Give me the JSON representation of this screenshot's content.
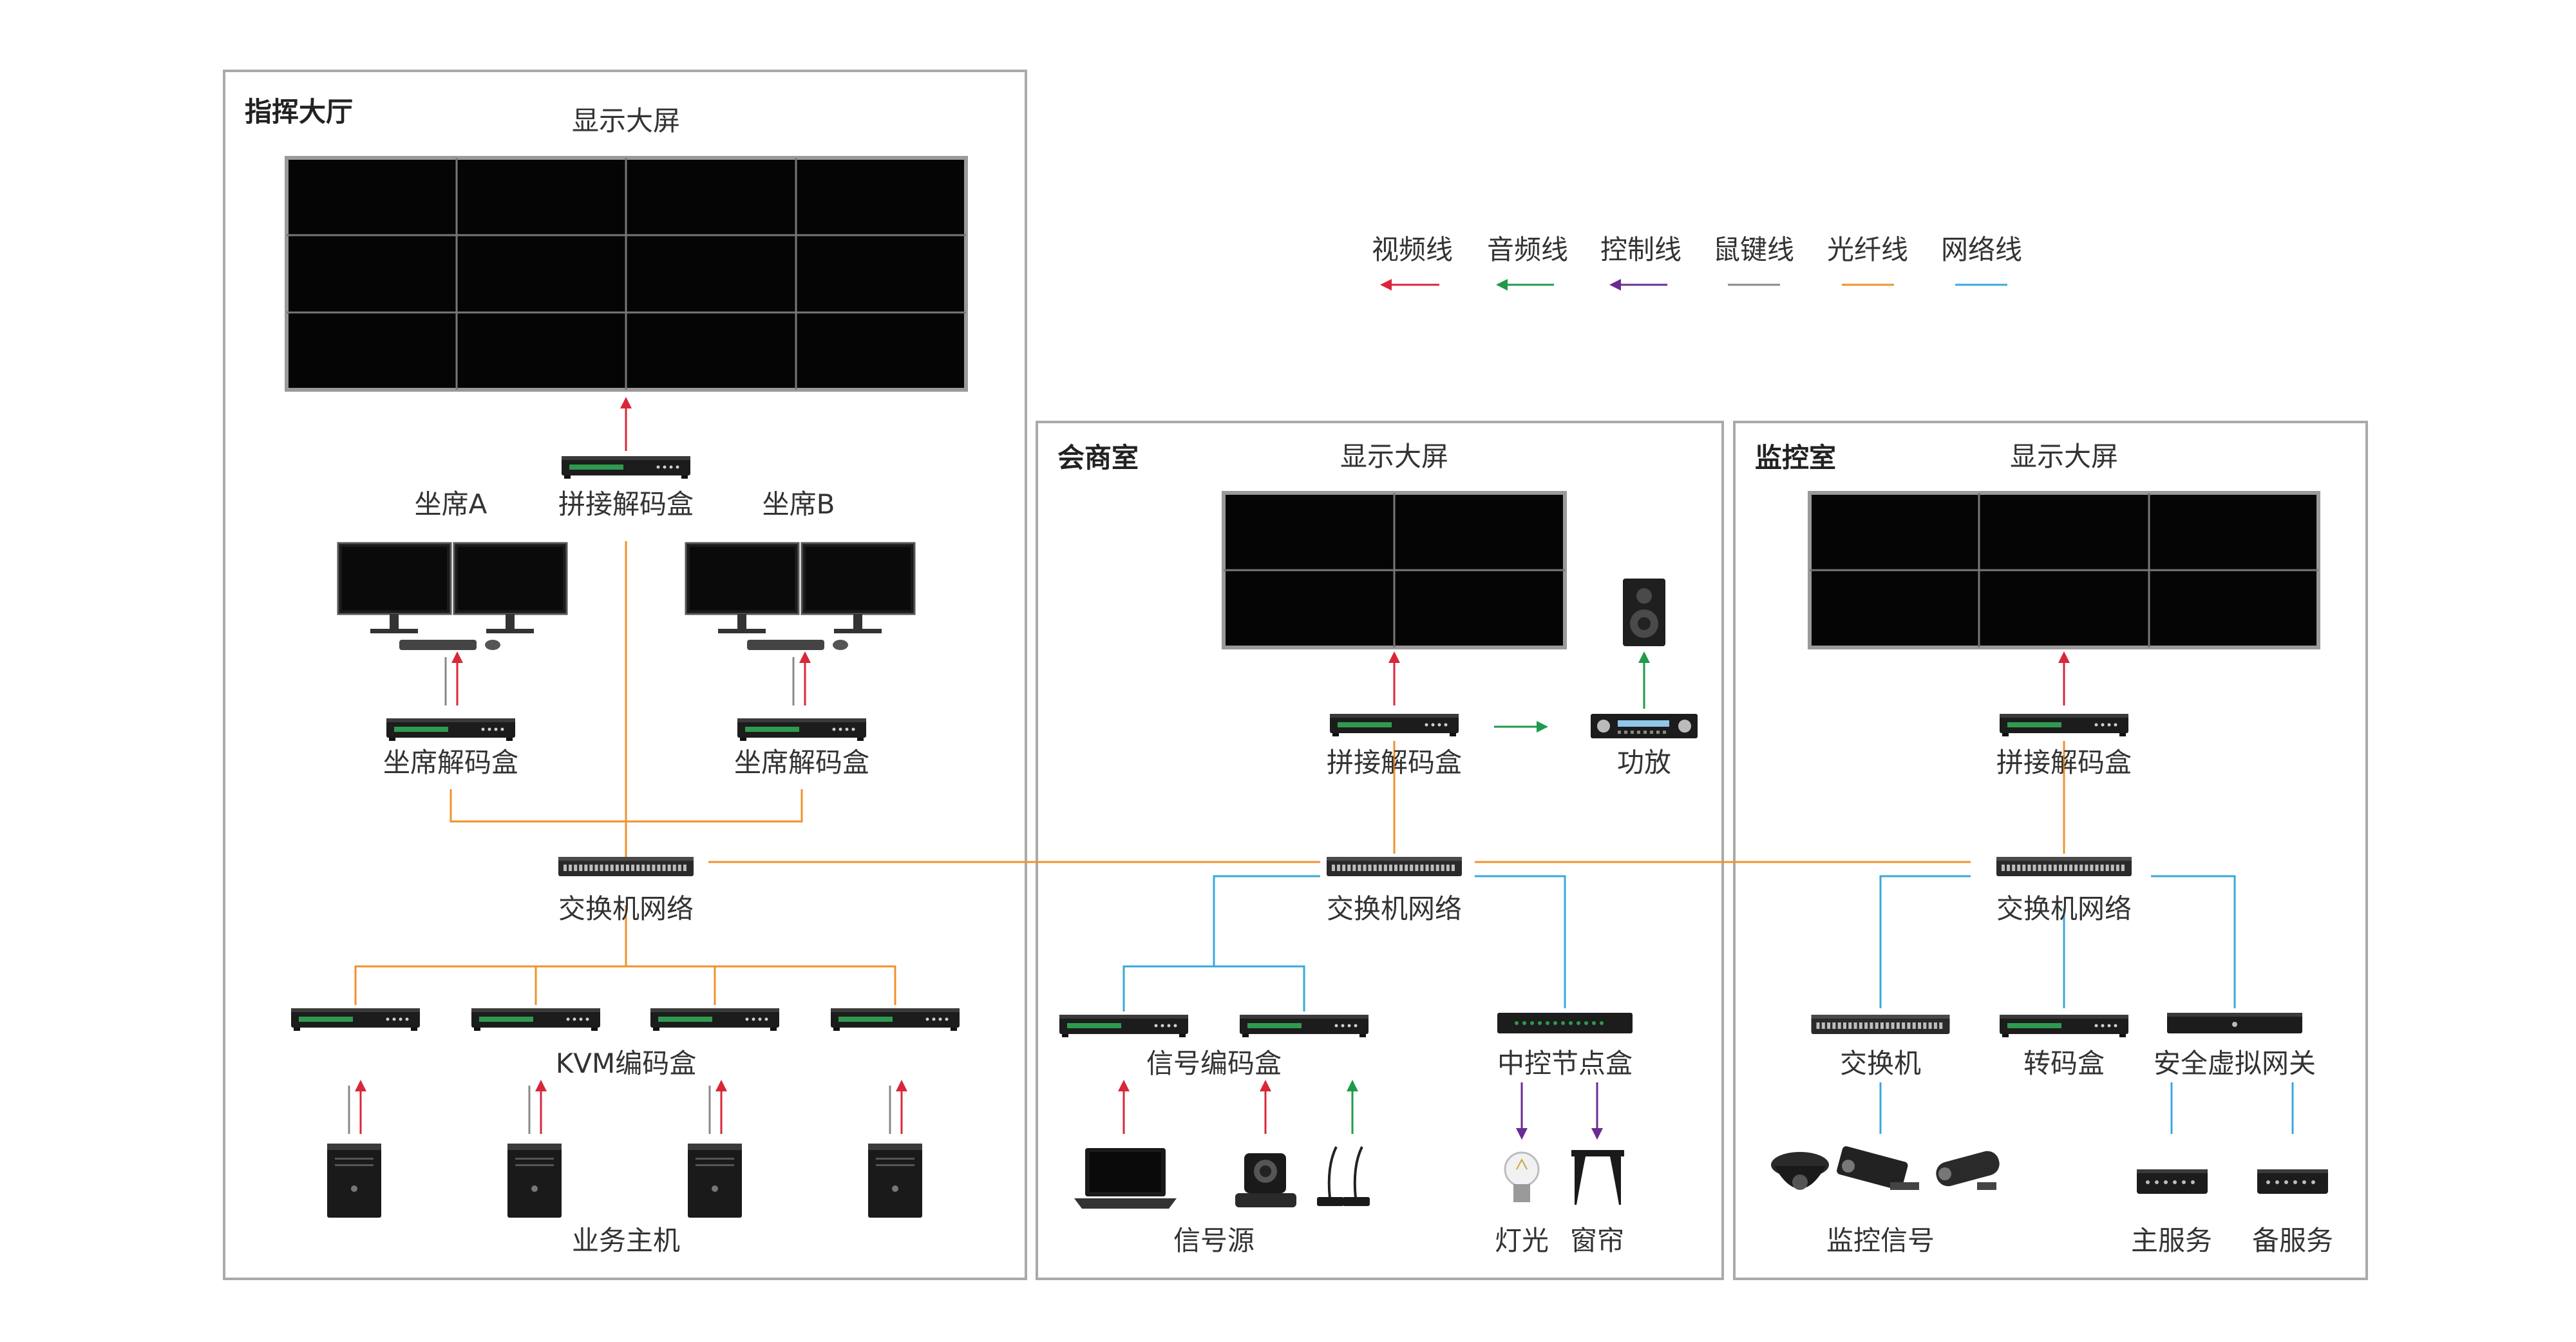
{
  "rooms": {
    "command_hall": {
      "title": "指挥大厅",
      "screen_label": "显示大屏"
    },
    "meeting_room": {
      "title": "会商室",
      "screen_label": "显示大屏"
    },
    "monitor_room": {
      "title": "监控室",
      "screen_label": "显示大屏"
    }
  },
  "legend": [
    {
      "label": "视频线",
      "color": "#d9273a",
      "arrow": "left"
    },
    {
      "label": "音频线",
      "color": "#1f9a4a",
      "arrow": "left"
    },
    {
      "label": "控制线",
      "color": "#6a2c91",
      "arrow": "left"
    },
    {
      "label": "鼠键线",
      "color": "#888888",
      "arrow": "none"
    },
    {
      "label": "光纤线",
      "color": "#f0922c",
      "arrow": "none"
    },
    {
      "label": "网络线",
      "color": "#38a8dc",
      "arrow": "none"
    }
  ],
  "labels": {
    "seat_a": "坐席A",
    "seat_b": "坐席B",
    "splice_decoder": "拼接解码盒",
    "seat_decoder": "坐席解码盒",
    "switch_network": "交换机网络",
    "kvm_encoder": "KVM编码盒",
    "business_host": "业务主机",
    "amplifier": "功放",
    "signal_encoder": "信号编码盒",
    "central_control_node": "中控节点盒",
    "signal_source": "信号源",
    "light": "灯光",
    "curtain": "窗帘",
    "switch": "交换机",
    "transcoder": "转码盒",
    "security_gateway": "安全虚拟网关",
    "monitor_signal": "监控信号",
    "main_service": "主服务",
    "backup_service": "备服务"
  },
  "colors": {
    "video": "#d9273a",
    "audio": "#1f9a4a",
    "control": "#6a2c91",
    "kvm": "#888888",
    "fiber": "#f0922c",
    "network": "#38a8dc",
    "frame": "#aaaaaa",
    "screen": "#050505"
  }
}
